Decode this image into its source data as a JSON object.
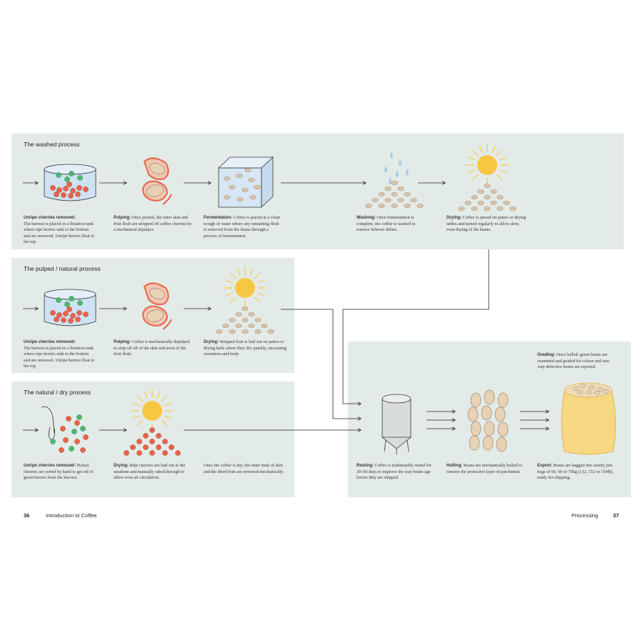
{
  "washed": {
    "title": "The washed process",
    "steps": [
      {
        "label": "Unripe cherries removed:",
        "text": "The harvest is placed in a flotation tank where ripe berries sink to the bottom and are removed. Unripe berries float to the top."
      },
      {
        "label": "Pulping:",
        "text": "Once picked, the outer skin and fruit flesh are stripped off coffee cherries by a mechanical depulper."
      },
      {
        "label": "Fermentation:",
        "text": "Coffee is placed in a clean trough of water where any remaining flesh is removed from the beans through a process of fermentation."
      },
      {
        "label": "Washing:",
        "text": "Once fermentation is complete, the coffee is washed to remove leftover debris."
      },
      {
        "label": "Drying:",
        "text": "Coffee is spread on patios or drying tables and turned regularly to allow slow, even drying of the beans."
      }
    ]
  },
  "pulped": {
    "title": "The pulped / natural process",
    "steps": [
      {
        "label": "Unripe cherries removed:",
        "text": "The harvest is placed in a flotation tank where ripe berries sink to the bottom and are removed. Unripe berries float to the top."
      },
      {
        "label": "Pulping:",
        "text": "Coffee is mechanically depulped to strip off all of the skin and most of the fruit flesh."
      },
      {
        "label": "Drying:",
        "text": "Stripped fruit is laid out on patios or drying beds where they dry quickly, increasing sweetness and body."
      }
    ]
  },
  "natural": {
    "title": "The natural / dry process",
    "steps": [
      {
        "label": "Unripe cherries removed:",
        "text": "Picked cherries are sorted by hand to get rid of green berries from the harvest."
      },
      {
        "label": "Drying:",
        "text": "Ripe cherries are laid out in the sunshine and manually raked through to allow even air circulation."
      },
      {
        "label": "",
        "text": "Once the coffee is dry, the outer husk of skin and the dried fruit are removed mechanically."
      }
    ]
  },
  "final": {
    "steps": [
      {
        "label": "Resting:",
        "text": "Coffee is traditionally rested for 30–60 days to improve the way beans age before they are shipped."
      },
      {
        "label": "Hulling:",
        "text": "Beans are mechanically hulled to remove the protective layer of parchment."
      },
      {
        "label": "Grading:",
        "text": "Once hulled, green beans are examined and graded for colour and size. Any defective beans are rejected."
      },
      {
        "label": "Export:",
        "text": "Beans are bagged into sturdy jute bags of 60, 69 or 70kg (132, 152 or 154lb), ready for shipping."
      }
    ]
  },
  "footer": {
    "left_page": "36",
    "left_title": "Introduction to Coffee",
    "right_title": "Processing",
    "right_page": "37"
  },
  "colors": {
    "panel": "#e3ebe8",
    "cherry_red": "#e8634a",
    "cherry_green": "#4fb870",
    "bean": "#e8d2b4",
    "sun": "#f7c744",
    "water_drop": "#a9cde6",
    "bag": "#f6d782"
  }
}
